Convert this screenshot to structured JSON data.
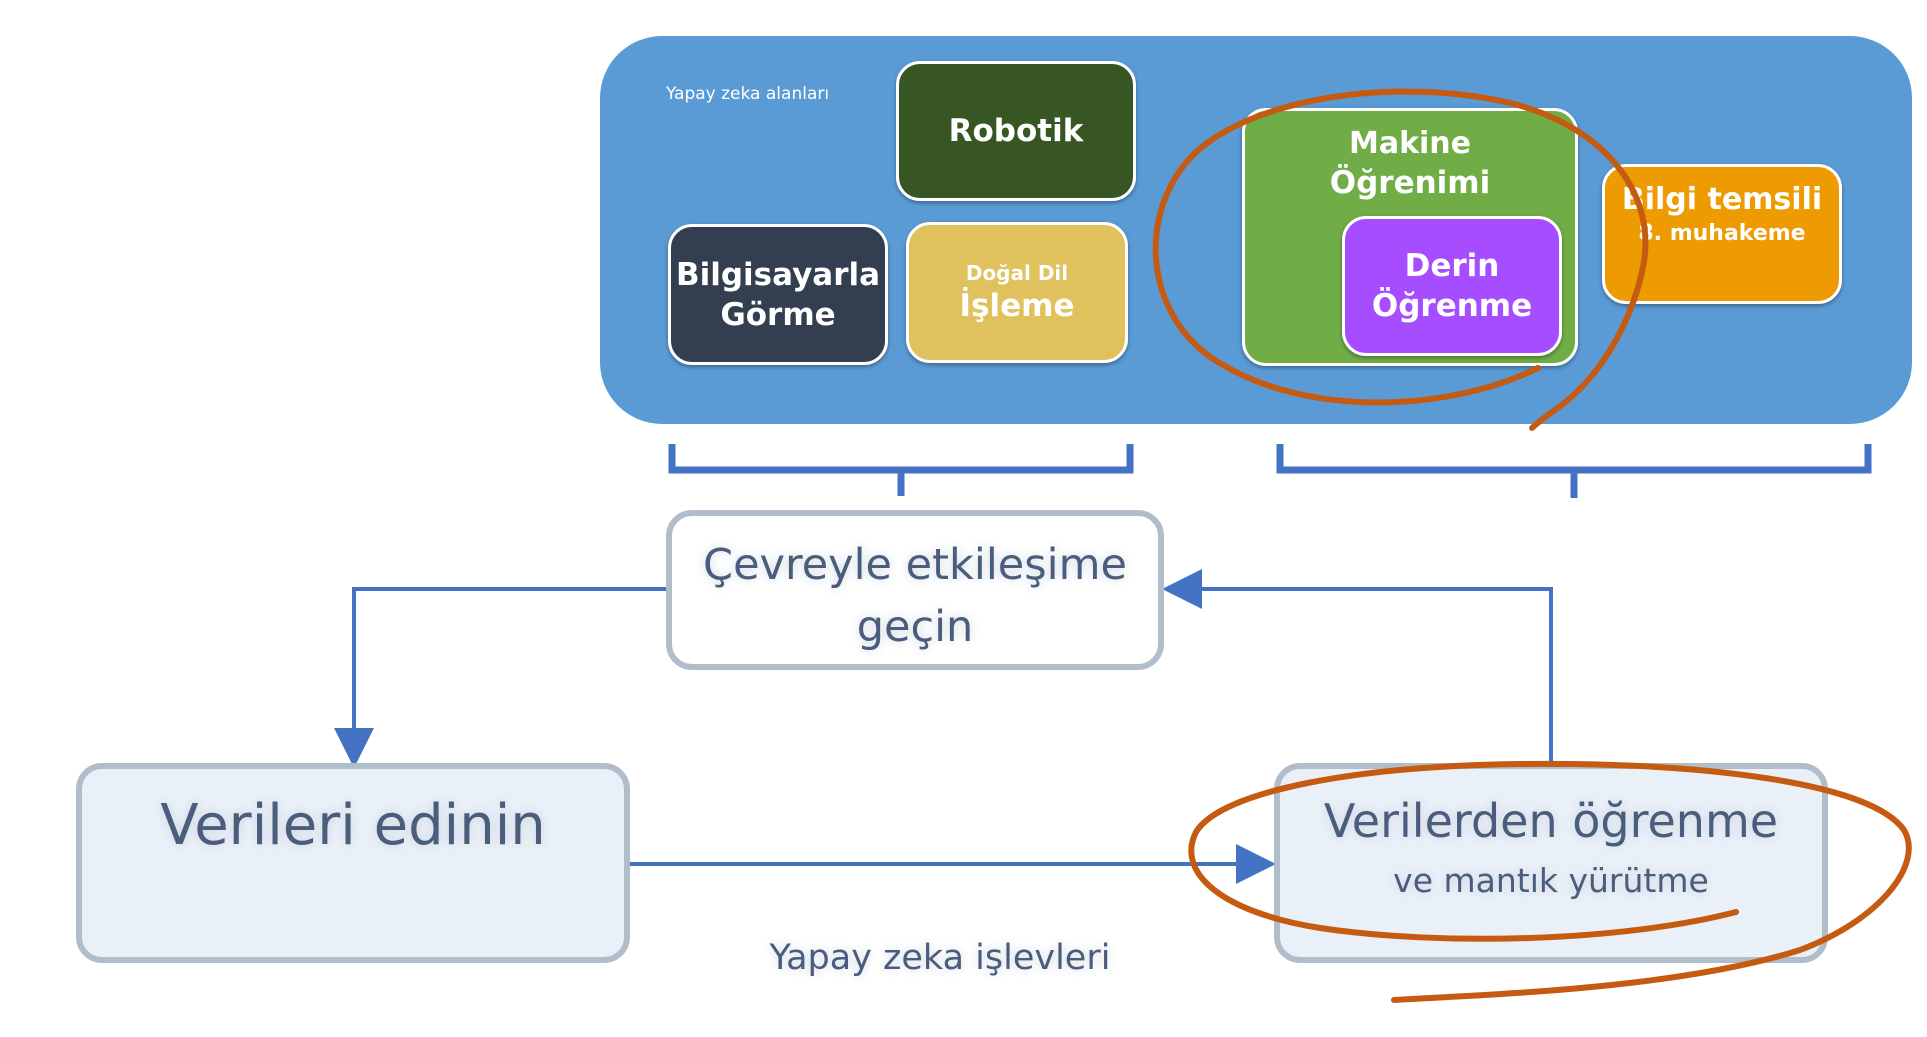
{
  "panel": {
    "label": "Yapay zeka alanları",
    "color": "#5b9bd5"
  },
  "fields": {
    "robotik": {
      "label": "Robotik",
      "color": "#375623"
    },
    "vision": {
      "line1": "Bilgisayarla",
      "line2": "Görme",
      "color": "#333f50"
    },
    "nlp": {
      "line1": "Doğal Dil",
      "line2": "İşleme",
      "color": "#dfc15e"
    },
    "ml": {
      "line1": "Makine",
      "line2": "Öğrenimi",
      "color": "#70ad47"
    },
    "dl": {
      "line1": "Derin",
      "line2": "Öğrenme",
      "color": "#a64dff"
    },
    "kr": {
      "line1": "Bilgi temsili",
      "line2": "8. muhakeme",
      "color": "#ed9b00"
    }
  },
  "functions": {
    "interact": {
      "line1": "Çevreyle etkileşime",
      "line2": "geçin"
    },
    "acquire": {
      "label": "Verileri edinin"
    },
    "learn": {
      "line1": "Verilerden öğrenme",
      "line2": "ve mantık yürütme"
    },
    "caption": "Yapay zeka işlevleri"
  },
  "colors": {
    "connector": "#4472c4",
    "highlight": "#c55a11",
    "node_border": "#b2bdcc",
    "node_text": "#4a5d7c"
  }
}
